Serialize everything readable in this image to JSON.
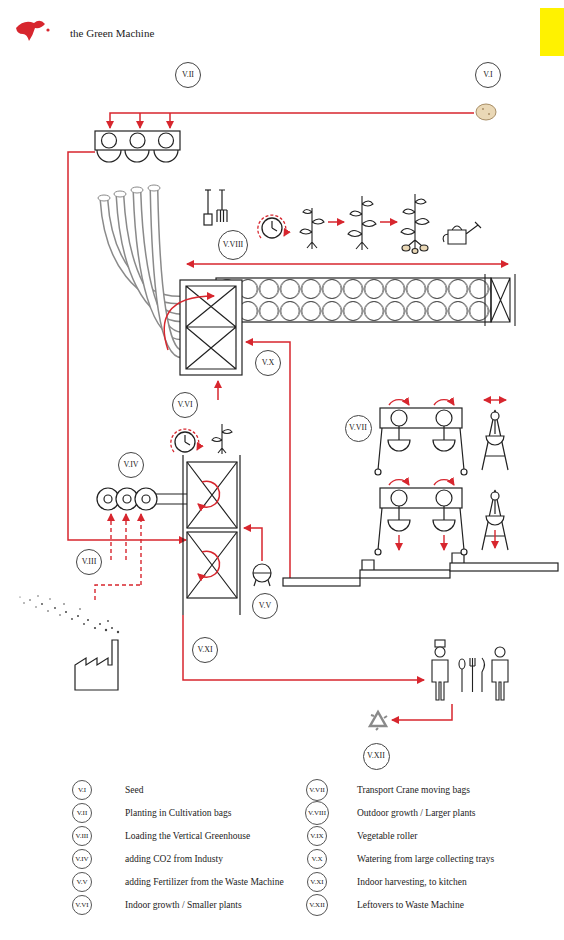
{
  "diagram": {
    "title": "the Green Machine",
    "nodes": [
      {
        "text": [
          "V.II"
        ]
      },
      {
        "text": [
          "V.I"
        ]
      },
      {
        "text": [
          "V.VIII"
        ]
      },
      {
        "text": [
          "V.X"
        ]
      },
      {
        "text": [
          "V.VI"
        ]
      },
      {
        "text": [
          "V.VII"
        ]
      },
      {
        "text": [
          "V.IV"
        ]
      },
      {
        "text": [
          "V.III"
        ]
      },
      {
        "text": [
          "V.V"
        ]
      },
      {
        "text": [
          "V.XI"
        ]
      },
      {
        "text": [
          "V.XII"
        ]
      }
    ],
    "labels": [
      "V.I",
      "V.II",
      "V.III",
      "V.IV",
      "V.V",
      "V.VI",
      "V.VII",
      "V.VIII",
      "V.IX",
      "V.X",
      "V.XI",
      "V.XII"
    ],
    "legend": [
      {
        "text": "Seed"
      },
      {
        "text": "Planting in Cultivation bags"
      },
      {
        "text": "Loading the Vertical Greenhouse"
      },
      {
        "text": "adding CO2 from Industy"
      },
      {
        "text": "adding Fertilizer from the Waste Machine"
      },
      {
        "text": "Indoor growth / Smaller plants"
      },
      {
        "text": "Transport Crane moving bags"
      },
      {
        "text": "Outdoor growth / Larger plants"
      },
      {
        "text": "Vegetable roller"
      },
      {
        "text": "Watering from large collecting trays"
      },
      {
        "text": "Indoor harvesting, to kitchen"
      },
      {
        "text": "Leftovers to Waste Machine"
      }
    ]
  }
}
